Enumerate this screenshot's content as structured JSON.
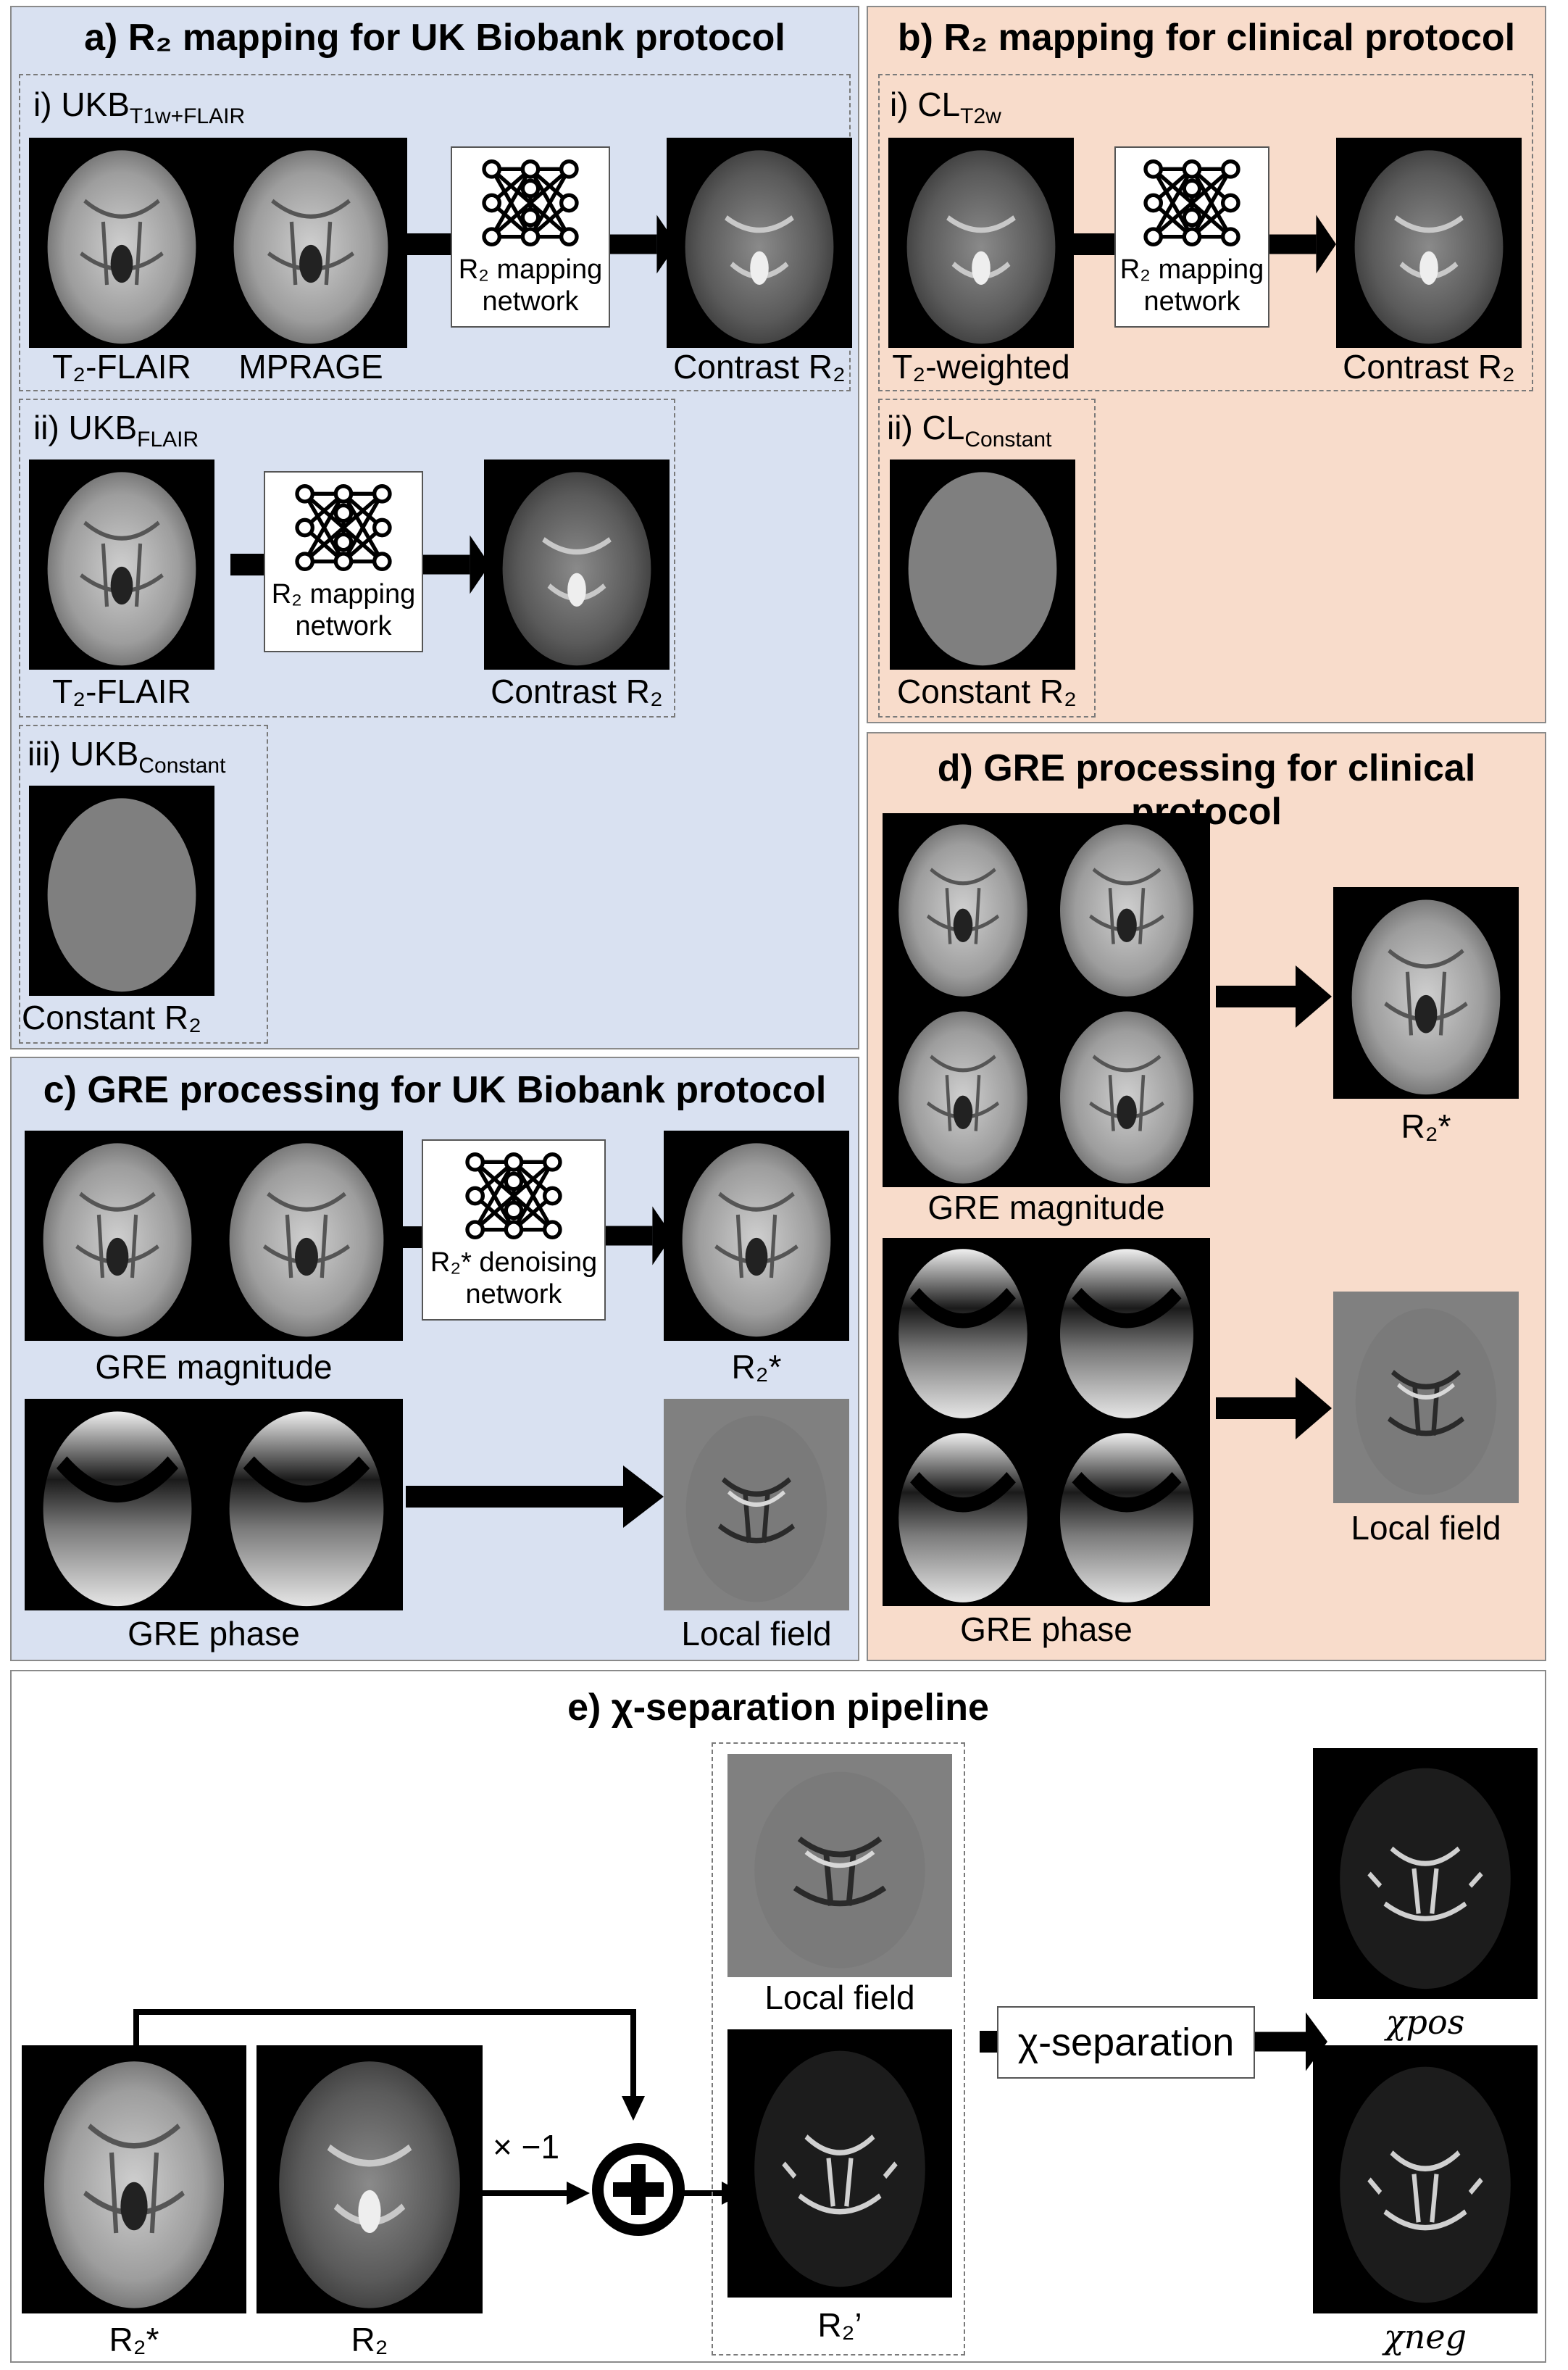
{
  "panel_a": {
    "title": "a) R₂ mapping for UK Biobank protocol",
    "sub_i": {
      "label": "i) UKB",
      "label_sub": "T1w+FLAIR",
      "img1": "T₂-FLAIR",
      "img2": "MPRAGE",
      "net": "R₂ mapping network",
      "out": "Contrast R₂"
    },
    "sub_ii": {
      "label": "ii) UKB",
      "label_sub": "FLAIR",
      "img1": "T₂-FLAIR",
      "net": "R₂ mapping network",
      "out": "Contrast R₂"
    },
    "sub_iii": {
      "label": "iii) UKB",
      "label_sub": "Constant",
      "out": "Constant R₂"
    }
  },
  "panel_b": {
    "title": "b) R₂ mapping for clinical protocol",
    "sub_i": {
      "label": "i) CL",
      "label_sub": "T2w",
      "img1": "T₂-weighted",
      "net": "R₂ mapping network",
      "out": "Contrast R₂"
    },
    "sub_ii": {
      "label": "ii) CL",
      "label_sub": "Constant",
      "out": "Constant R₂"
    }
  },
  "panel_c": {
    "title": "c) GRE processing for UK Biobank protocol",
    "mag": "GRE magnitude",
    "net": "R₂* denoising network",
    "r2star": "R₂*",
    "phase": "GRE phase",
    "field": "Local field"
  },
  "panel_d": {
    "title": "d) GRE processing for clinical protocol",
    "mag": "GRE magnitude",
    "r2star": "R₂*",
    "phase": "GRE phase",
    "field": "Local field"
  },
  "panel_e": {
    "title": "e) χ-separation pipeline",
    "r2star": "R₂*",
    "r2": "R₂",
    "mult": "× −1",
    "field": "Local field",
    "r2prime": "R₂’",
    "chisep": "χ-separation",
    "chipos": "χpos",
    "chineg": "χneg"
  }
}
